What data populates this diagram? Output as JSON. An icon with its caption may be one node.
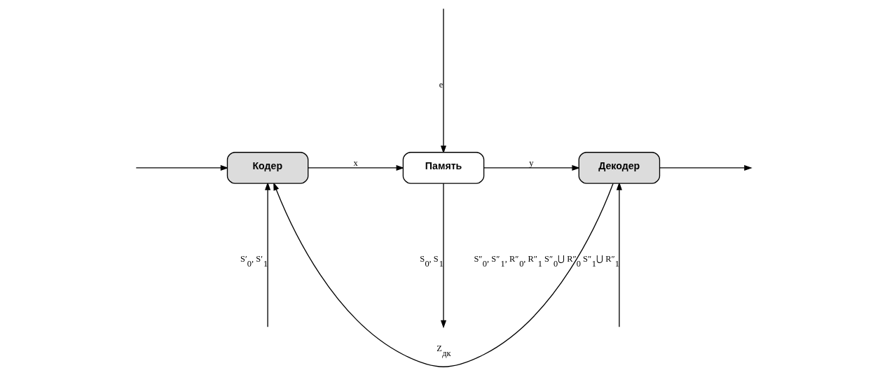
{
  "diagram": {
    "nodes": [
      {
        "text": [
          "Кодер"
        ]
      },
      {
        "text": [
          "Память"
        ]
      },
      {
        "text": [
          "Декодер"
        ]
      }
    ],
    "edges": [
      {
        "from": null,
        "to": 0,
        "arrow": "to",
        "label": "S′$_{0}$, S′$_{1}$"
      },
      {
        "from": null,
        "to": 0,
        "arrow": "to"
      },
      {
        "from": 0,
        "to": 1,
        "arrow": "to",
        "label": "x"
      },
      {
        "from": 1,
        "to": null,
        "arrow": "to",
        "label": "S$_{0}$, S$_{1}$"
      },
      {
        "from": 1,
        "to": 2,
        "arrow": "to",
        "label": "y"
      },
      {
        "from": null,
        "to": 1,
        "arrow": "to",
        "label": "e"
      },
      {
        "from": null,
        "to": 2,
        "arrow": "to",
        "label": "S″$_{0}$, S″$_{1}$, R″$_{0}$, R″$_{1}$ S″$_{0}$⋃ R″$_{0}$ S″$_{1}$⋃ R″$_{1}$"
      },
      {
        "from": 2,
        "to": null,
        "arrow": "to"
      },
      {
        "from": 2,
        "to": 0,
        "arrow": "to",
        "label": "Z$_{дк}$"
      }
    ]
  }
}
